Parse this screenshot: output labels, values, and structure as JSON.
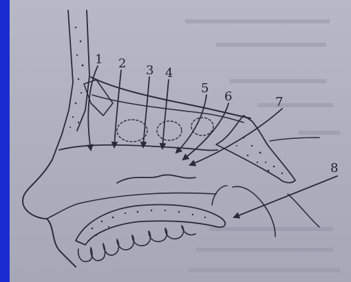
{
  "figure": {
    "labels": [
      "1",
      "2",
      "3",
      "4",
      "5",
      "6",
      "7",
      "8"
    ]
  },
  "colors": {
    "frame": "#1a2bd0",
    "paper": "#b0b2c1",
    "ink": "#2a2a38"
  }
}
